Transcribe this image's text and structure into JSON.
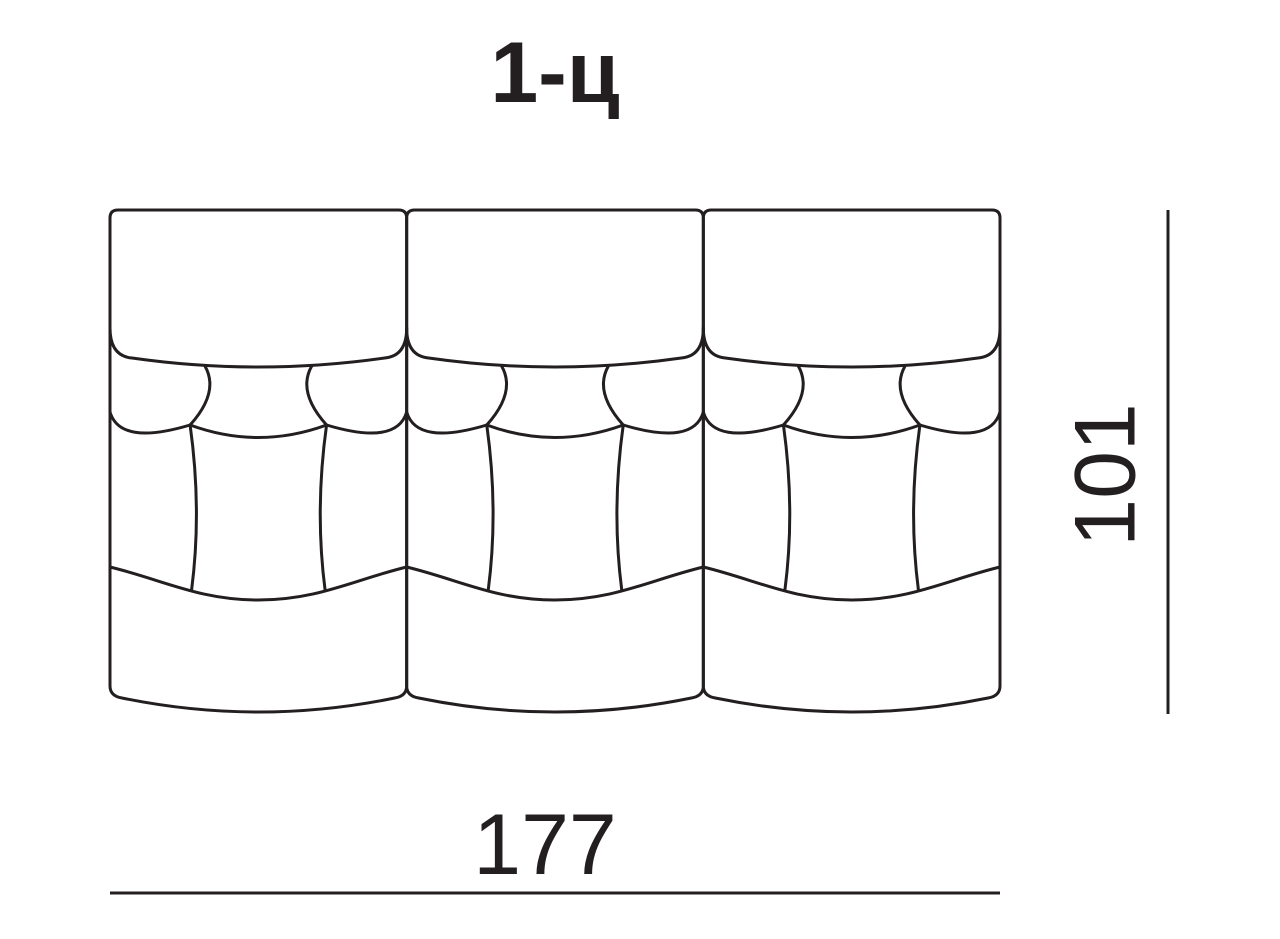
{
  "model_label": "1-ц",
  "dimensions": {
    "width": "177",
    "height": "101"
  },
  "drawing": {
    "line_color": "#231f20",
    "background": "#ffffff",
    "modules": 3
  }
}
